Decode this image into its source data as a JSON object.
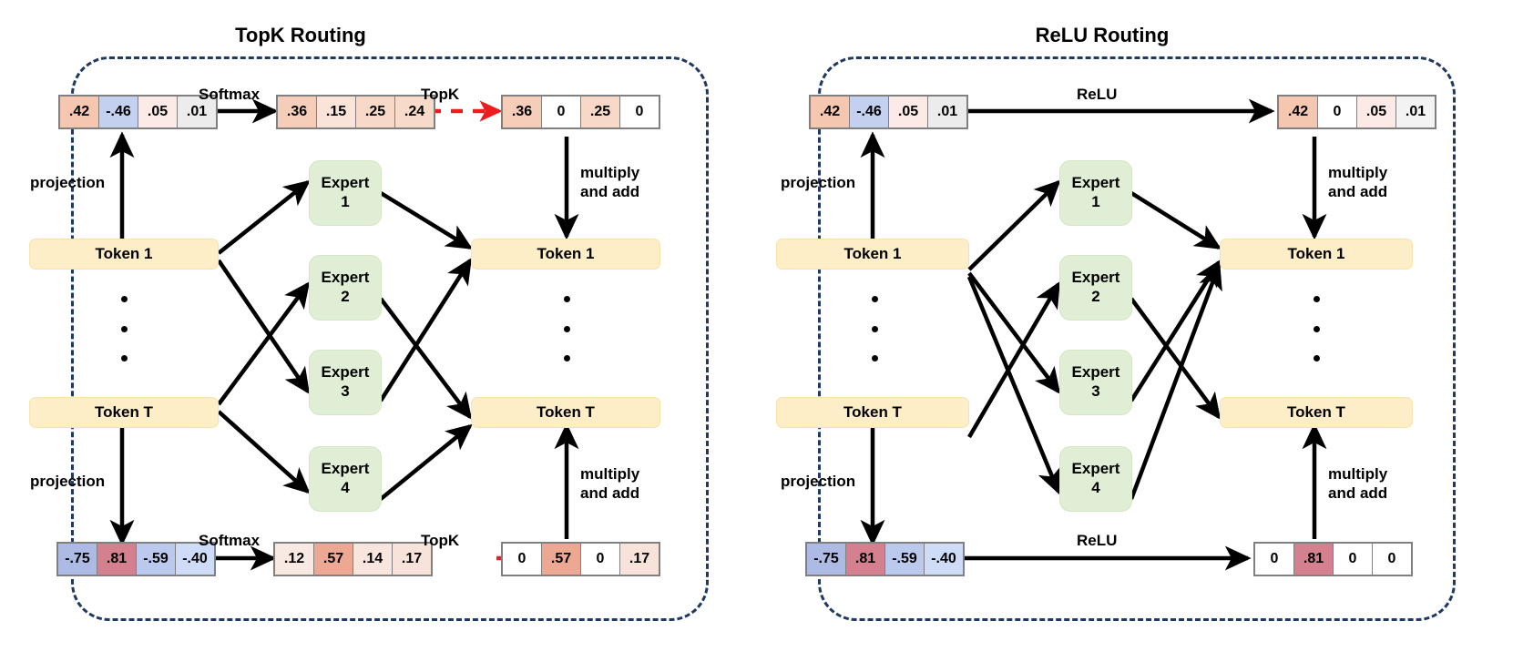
{
  "panels": [
    {
      "id": "topk",
      "title": "TopK Routing",
      "op_label": "Softmax",
      "select_label": "TopK",
      "projection_label": "projection",
      "combine_label": "multiply\nand add",
      "tokens": [
        {
          "label": "Token 1"
        },
        {
          "label": "Token T"
        }
      ],
      "output_tokens": [
        {
          "label": "Token 1"
        },
        {
          "label": "Token T"
        }
      ],
      "experts": [
        {
          "name": "Expert",
          "index": "1"
        },
        {
          "name": "Expert",
          "index": "2"
        },
        {
          "name": "Expert",
          "index": "3"
        },
        {
          "name": "Expert",
          "index": "4"
        }
      ],
      "vectors": {
        "logits_top": {
          "values": [
            ".42",
            "-.46",
            ".05",
            ".01"
          ],
          "colors": [
            "#f5c6b0",
            "#c3d0f0",
            "#fbeae6",
            "#ececec"
          ]
        },
        "probs_top": {
          "values": [
            ".36",
            ".15",
            ".25",
            ".24"
          ],
          "colors": [
            "#f6cdb8",
            "#fae3d8",
            "#f8d9c8",
            "#f8dac9"
          ]
        },
        "routed_top": {
          "values": [
            ".36",
            "0",
            ".25",
            "0"
          ],
          "colors": [
            "#f6cdb8",
            "#ffffff",
            "#f8d9c8",
            "#ffffff"
          ]
        },
        "logits_bot": {
          "values": [
            "-.75",
            ".81",
            "-.59",
            "-.40"
          ],
          "colors": [
            "#adbbe4",
            "#d4808f",
            "#bbc9ee",
            "#cfdcf7"
          ]
        },
        "probs_bot": {
          "values": [
            ".12",
            ".57",
            ".14",
            ".17"
          ],
          "colors": [
            "#f8e9e2",
            "#eda893",
            "#f8e6de",
            "#f7e3da"
          ]
        },
        "routed_bot": {
          "values": [
            "0",
            ".57",
            "0",
            ".17"
          ],
          "colors": [
            "#ffffff",
            "#eda893",
            "#ffffff",
            "#f7e3da"
          ]
        }
      }
    },
    {
      "id": "relu",
      "title": "ReLU Routing",
      "op_label": "ReLU",
      "projection_label": "projection",
      "combine_label": "multiply\nand add",
      "tokens": [
        {
          "label": "Token 1"
        },
        {
          "label": "Token T"
        }
      ],
      "output_tokens": [
        {
          "label": "Token 1"
        },
        {
          "label": "Token T"
        }
      ],
      "experts": [
        {
          "name": "Expert",
          "index": "1"
        },
        {
          "name": "Expert",
          "index": "2"
        },
        {
          "name": "Expert",
          "index": "3"
        },
        {
          "name": "Expert",
          "index": "4"
        }
      ],
      "vectors": {
        "logits_top": {
          "values": [
            ".42",
            "-.46",
            ".05",
            ".01"
          ],
          "colors": [
            "#f5c6b0",
            "#c3d0f0",
            "#fbeae6",
            "#ececec"
          ]
        },
        "routed_top": {
          "values": [
            ".42",
            "0",
            ".05",
            ".01"
          ],
          "colors": [
            "#f5c6b0",
            "#ffffff",
            "#fbeae6",
            "#f3f3f3"
          ]
        },
        "logits_bot": {
          "values": [
            "-.75",
            ".81",
            "-.59",
            "-.40"
          ],
          "colors": [
            "#adbbe4",
            "#d4808f",
            "#bbc9ee",
            "#cfdcf7"
          ]
        },
        "routed_bot": {
          "values": [
            "0",
            ".81",
            "0",
            "0"
          ],
          "colors": [
            "#ffffff",
            "#d4808f",
            "#ffffff",
            "#ffffff"
          ]
        }
      }
    }
  ],
  "colors": {
    "panel_border": "#1f3864",
    "arrow": "#000000",
    "select_arrow": "#ee1c1c",
    "token_fill": "#fdeec8",
    "expert_fill": "#dfeed4",
    "vector_border": "#808080"
  }
}
